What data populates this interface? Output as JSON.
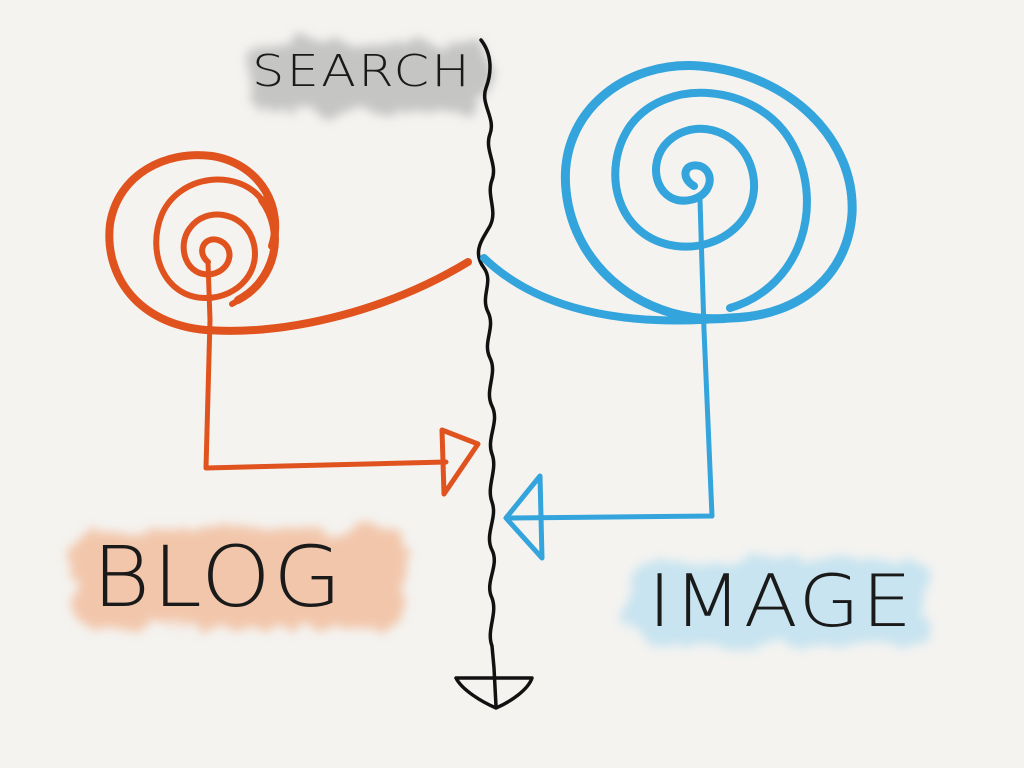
{
  "labels": {
    "search": "SEARCH",
    "blog": "BLOG",
    "image": "IMAGE"
  },
  "colors": {
    "background": "#f4f3f0",
    "ink": "#111111",
    "blog": "#e0531e",
    "blog_wash": "#f2b894",
    "image": "#33a4dc",
    "image_wash": "#b9dff0",
    "search_wash": "#bdbdbd"
  }
}
